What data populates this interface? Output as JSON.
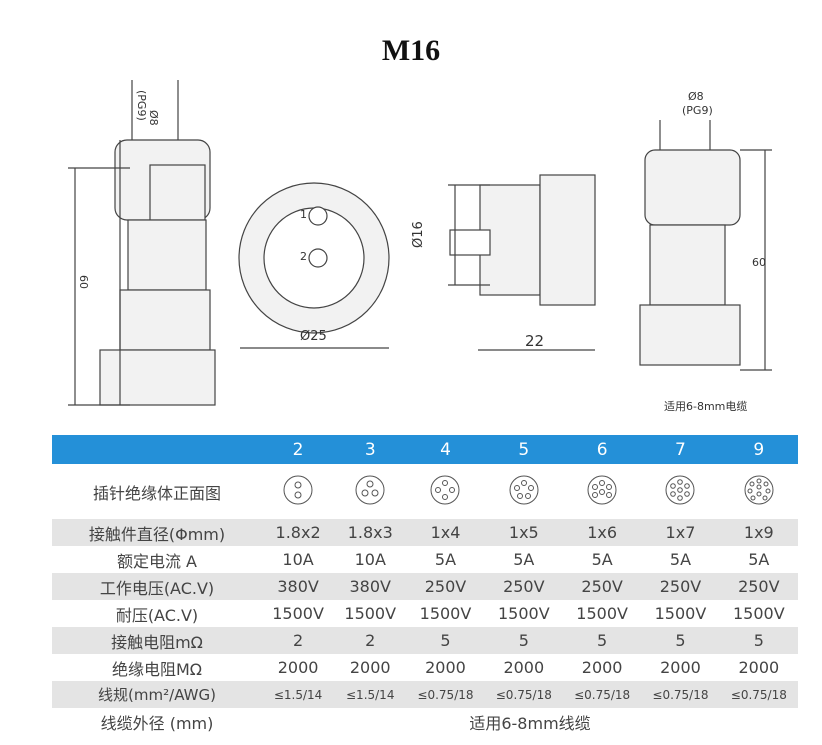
{
  "title": "M16",
  "drawing_labels": {
    "side_left_dia": "Ø8",
    "side_left_pg": "(PG9)",
    "side_left_len": "60",
    "front_dia": "Ø25",
    "front_pin1": "1",
    "front_pin2": "2",
    "socket_dia": "Ø16",
    "socket_len": "22",
    "side_right_dia": "Ø8",
    "side_right_pg": "(PG9)",
    "side_right_len": "60"
  },
  "note": "适用6-8mm电缆",
  "table": {
    "header_color": "#2490d8",
    "pin_counts": [
      "2",
      "3",
      "4",
      "5",
      "6",
      "7",
      "9"
    ],
    "pin_face_label": "插针绝缘体正面图",
    "rows": [
      {
        "label": "接触件直径(Φmm)",
        "values": [
          "1.8x2",
          "1.8x3",
          "1x4",
          "1x5",
          "1x6",
          "1x7",
          "1x9"
        ]
      },
      {
        "label": "额定电流 A",
        "values": [
          "10A",
          "10A",
          "5A",
          "5A",
          "5A",
          "5A",
          "5A"
        ]
      },
      {
        "label": "工作电压(AC.V)",
        "values": [
          "380V",
          "380V",
          "250V",
          "250V",
          "250V",
          "250V",
          "250V"
        ]
      },
      {
        "label": "耐压(AC.V)",
        "values": [
          "1500V",
          "1500V",
          "1500V",
          "1500V",
          "1500V",
          "1500V",
          "1500V"
        ]
      },
      {
        "label": "接触电阻mΩ",
        "values": [
          "2",
          "2",
          "5",
          "5",
          "5",
          "5",
          "5"
        ]
      },
      {
        "label": "绝缘电阻MΩ",
        "values": [
          "2000",
          "2000",
          "2000",
          "2000",
          "2000",
          "2000",
          "2000"
        ]
      },
      {
        "label": "线规(mm²/AWG)",
        "values": [
          "≤1.5/14",
          "≤1.5/14",
          "≤0.75/18",
          "≤0.75/18",
          "≤0.75/18",
          "≤0.75/18",
          "≤0.75/18"
        ]
      }
    ],
    "cable_label": "线缆外径 (mm)",
    "cable_value": "适用6-8mm线缆"
  }
}
